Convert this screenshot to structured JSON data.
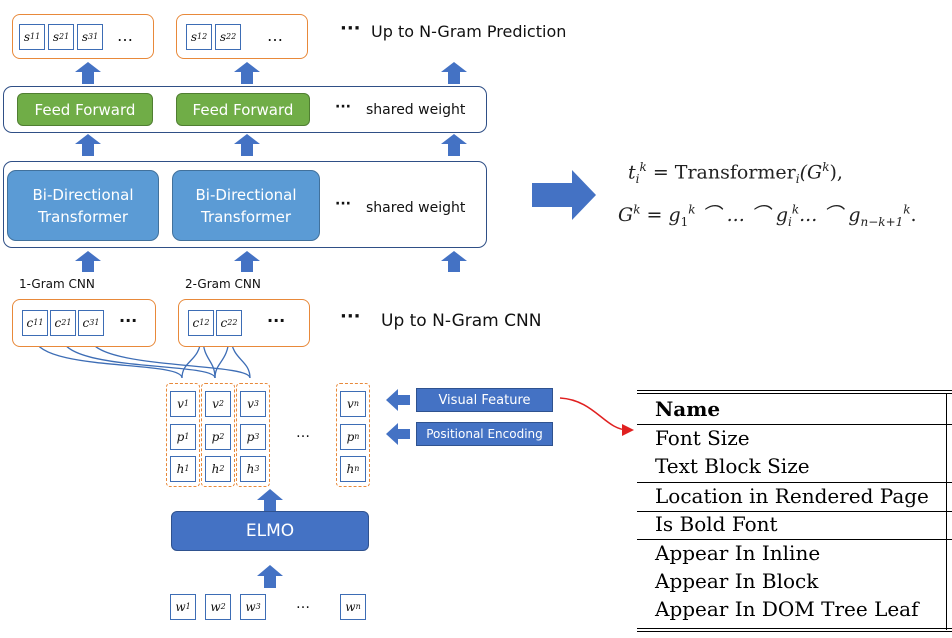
{
  "labels": {
    "up_to_ngram_prediction": "Up to N-Gram Prediction",
    "up_to_ngram_cnn": "Up to N-Gram CNN",
    "shared_weight": "shared weight",
    "feed_forward": "Feed Forward",
    "bidir_line1": "Bi-Directional",
    "bidir_line2": "Transformer",
    "one_gram_cnn": "1-Gram CNN",
    "two_gram_cnn": "2-Gram CNN",
    "elmo": "ELMO",
    "visual_feature": "Visual Feature",
    "positional_encoding": "Positional Encoding",
    "ellipsis": "…",
    "dots": "⋯",
    "big_dots": "···"
  },
  "cells": {
    "s": [
      [
        "s",
        "1",
        "1"
      ],
      [
        "s",
        "2",
        "1"
      ],
      [
        "s",
        "3",
        "1"
      ],
      [
        "s",
        "1",
        "2"
      ],
      [
        "s",
        "2",
        "2"
      ]
    ],
    "c": [
      [
        "c",
        "1",
        "1"
      ],
      [
        "c",
        "2",
        "1"
      ],
      [
        "c",
        "3",
        "1"
      ],
      [
        "c",
        "1",
        "2"
      ],
      [
        "c",
        "2",
        "2"
      ]
    ],
    "v": [
      [
        "v",
        "1"
      ],
      [
        "v",
        "2"
      ],
      [
        "v",
        "3"
      ],
      [
        "v",
        "n"
      ]
    ],
    "p": [
      [
        "p",
        "1"
      ],
      [
        "p",
        "2"
      ],
      [
        "p",
        "3"
      ],
      [
        "p",
        "n"
      ]
    ],
    "h": [
      [
        "h",
        "1"
      ],
      [
        "h",
        "2"
      ],
      [
        "h",
        "3"
      ],
      [
        "h",
        "n"
      ]
    ],
    "w": [
      [
        "w",
        "1"
      ],
      [
        "w",
        "2"
      ],
      [
        "w",
        "3"
      ],
      [
        "w",
        "n"
      ]
    ]
  },
  "formula": {
    "line1_lhs": "t",
    "line1_rhs": "= Transformer",
    "line1_arg": "(G",
    "line1_end": "),",
    "line2_lhs": "G",
    "line2_rhs": "= g",
    "line2_mid": " ⌒ ... ⌒ g",
    "line2_mid2": "... ⌒ g",
    "sub_i": "i",
    "sup_k": "k",
    "sub_1": "1",
    "sub_nk1": "n−k+1",
    "end_dot": "."
  },
  "feature_table": {
    "header": "Name",
    "rows": [
      "Font Size",
      "Text Block Size",
      "Location in Rendered Page",
      "Is Bold Font",
      "Appear In Inline",
      "Appear In Block",
      "Appear In DOM Tree Leaf"
    ]
  }
}
